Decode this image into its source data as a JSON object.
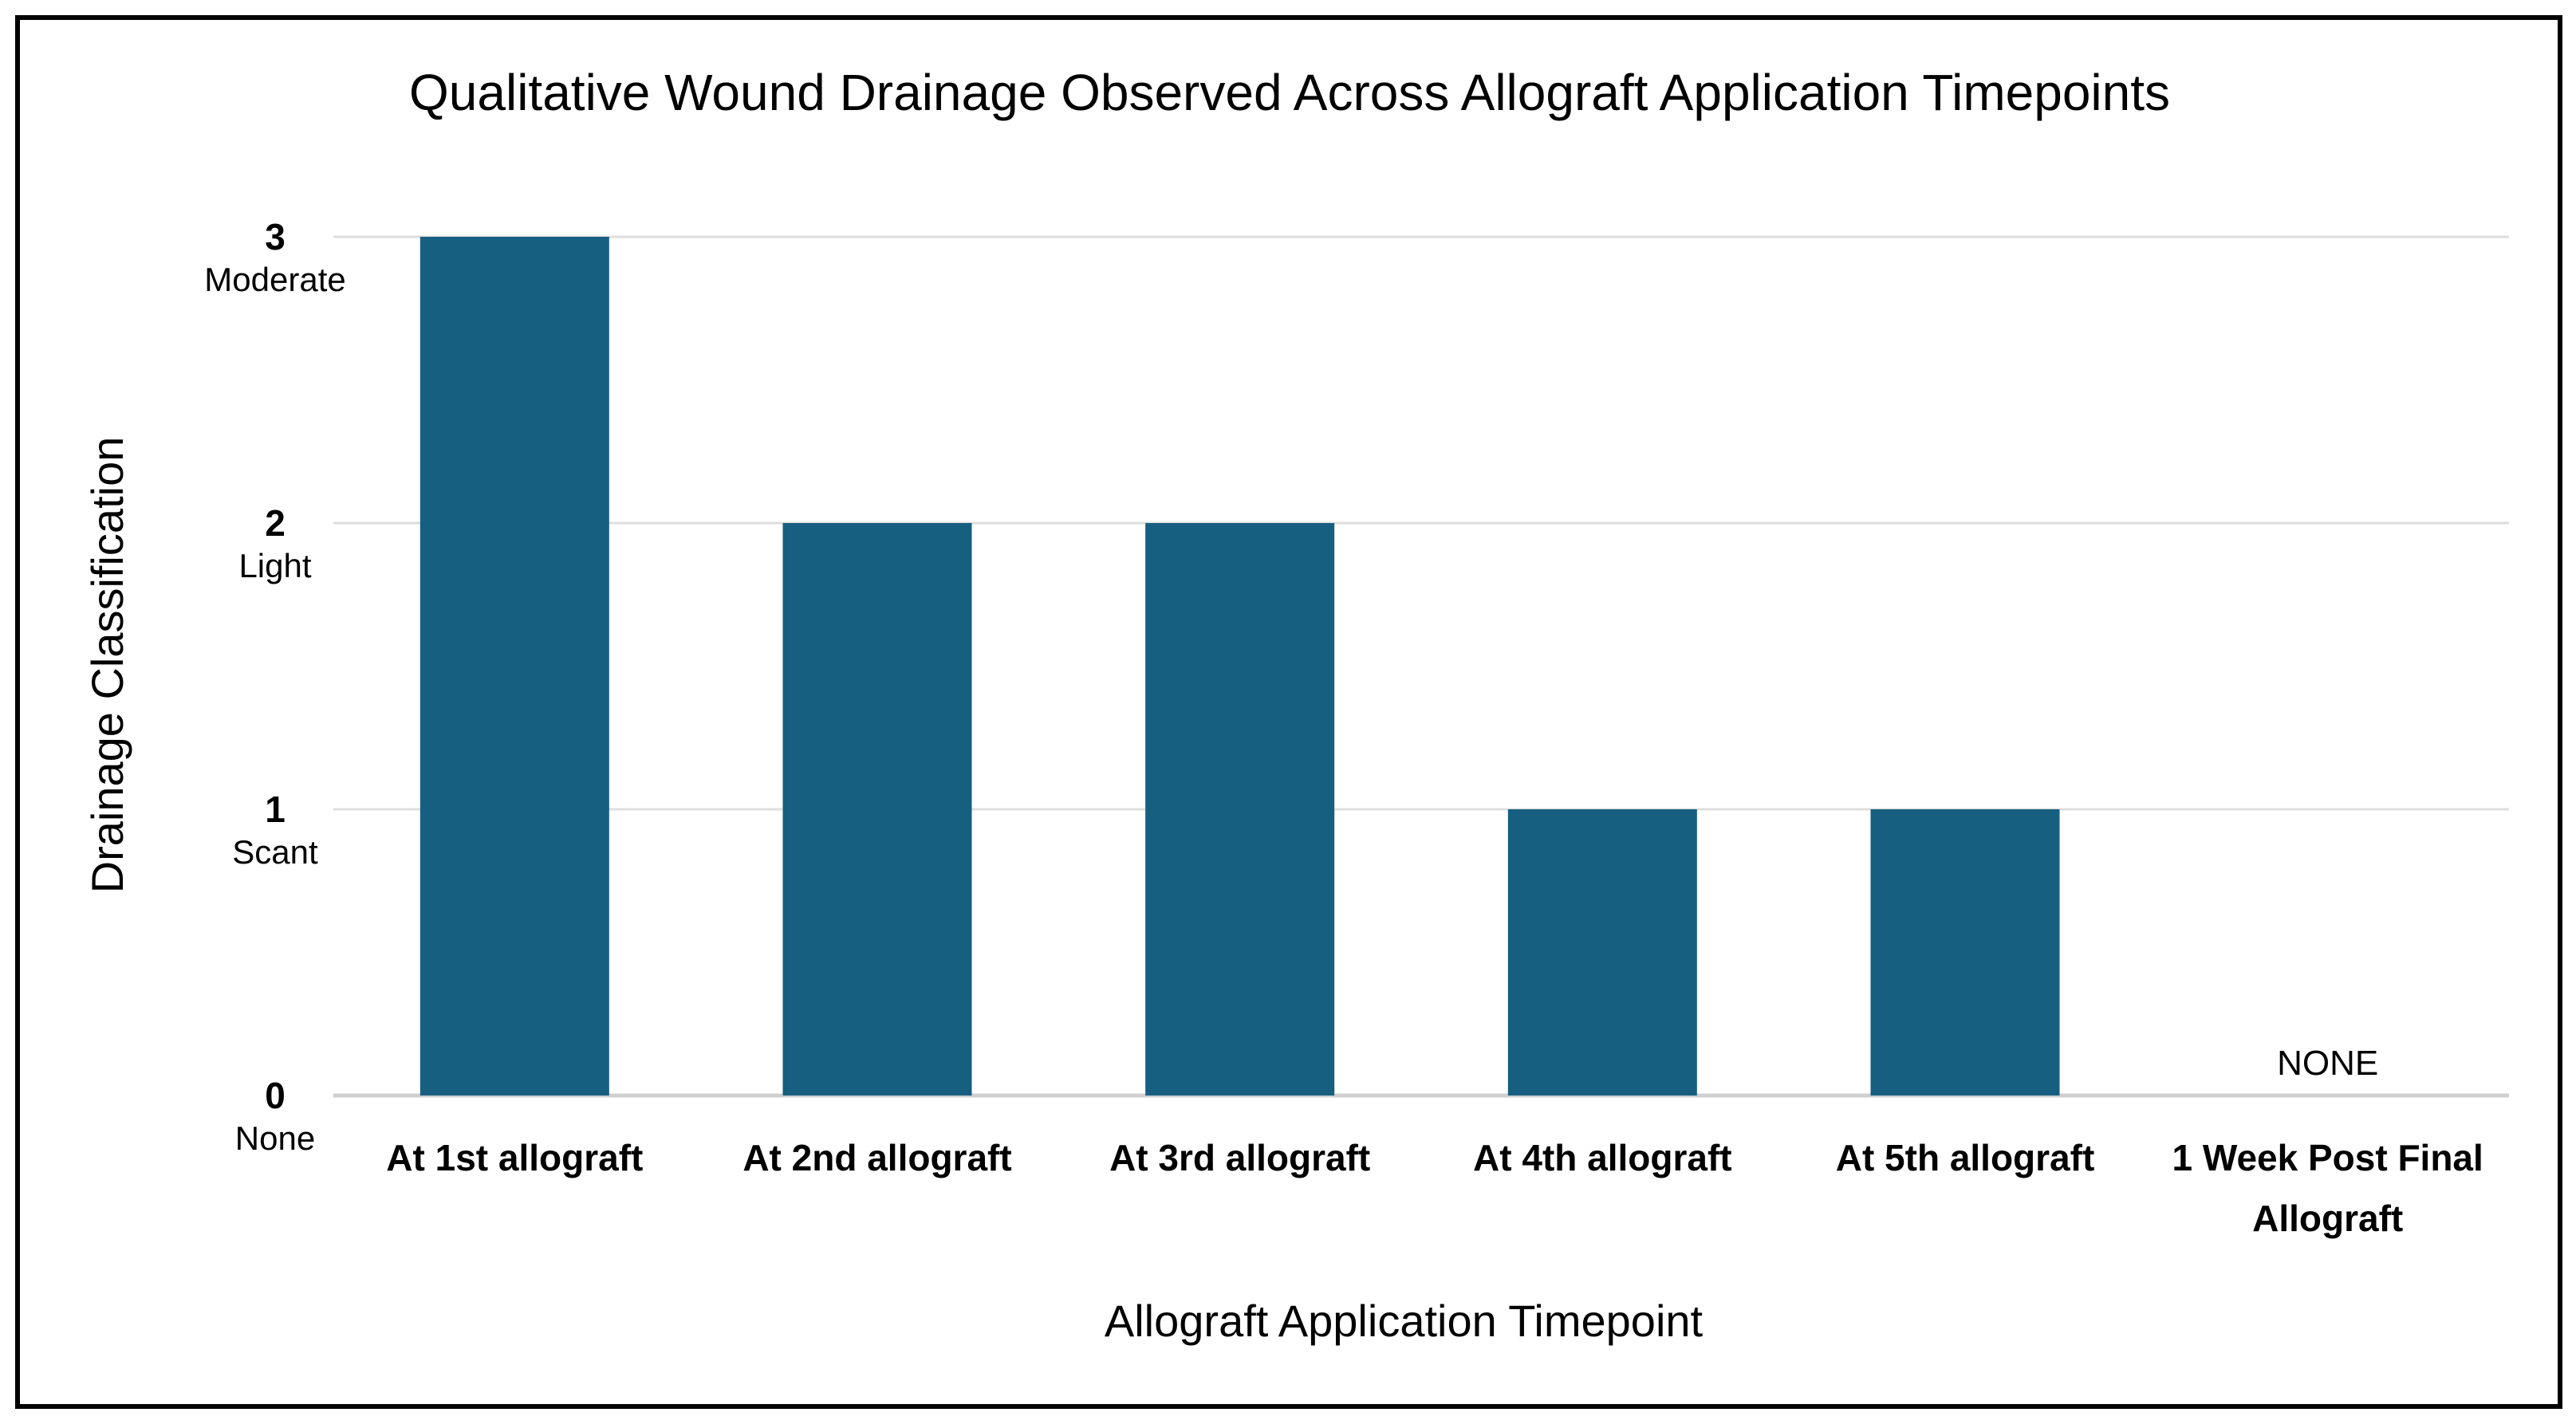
{
  "chart_data": {
    "type": "bar",
    "title": "Qualitative Wound Drainage Observed Across Allograft Application Timepoints",
    "xlabel": "Allograft Application Timepoint",
    "ylabel": "Drainage Classification",
    "categories": [
      "At 1st allograft",
      "At 2nd allograft",
      "At 3rd allograft",
      "At 4th allograft",
      "At 5th allograft",
      "1 Week Post Final Allograft"
    ],
    "values": [
      3,
      2,
      2,
      1,
      1,
      0
    ],
    "ylim": [
      0,
      3
    ],
    "yticks": [
      {
        "value": 0,
        "label": "0",
        "sublabel": "None"
      },
      {
        "value": 1,
        "label": "1",
        "sublabel": "Scant"
      },
      {
        "value": 2,
        "label": "2",
        "sublabel": "Light"
      },
      {
        "value": 3,
        "label": "3",
        "sublabel": "Moderate"
      }
    ],
    "annotations": [
      {
        "category": "1 Week Post Final Allograft",
        "text": "NONE"
      }
    ],
    "grid": true,
    "legend": "none",
    "bar_color": "#175F80"
  }
}
